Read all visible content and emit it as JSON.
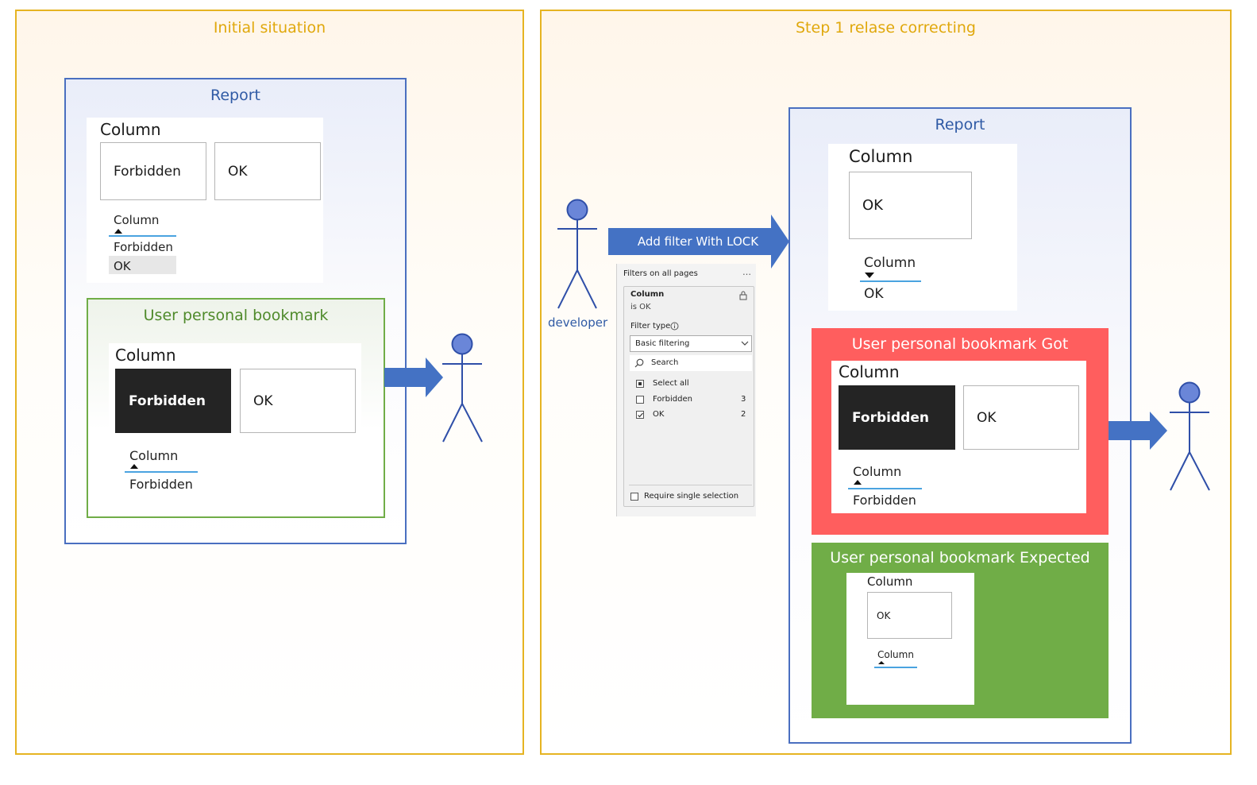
{
  "colors": {
    "panel_border": "#e6b422",
    "title_gold": "#e0a80c",
    "report_blue": "#4a6fc0",
    "arrow_blue": "#4472c4",
    "bookmark_green": "#70ad47",
    "bookmark_red": "#ff5e5e",
    "tile_dark": "#242424",
    "slicer_line": "#4aa3e0"
  },
  "left_panel": {
    "title": "Initial situation",
    "report": {
      "title": "Report",
      "column_title": "Column",
      "tiles": [
        "Forbidden",
        "OK"
      ],
      "slicer_label": "Column",
      "slicer_items": [
        "Forbidden",
        "OK"
      ]
    },
    "bookmark": {
      "title": "User personal bookmark",
      "column_title": "Column",
      "tiles": [
        "Forbidden",
        "OK"
      ],
      "slicer_label": "Column",
      "slicer_value": "Forbidden"
    }
  },
  "right_panel": {
    "title": "Step 1 relase correcting",
    "developer": {
      "label": "developer",
      "arrow_label": "Add filter With LOCK"
    },
    "filter_pane": {
      "header": "Filters on all pages",
      "more_icon": "…",
      "card_title": "Column",
      "card_subtitle": "is OK",
      "filter_type_label": "Filter type",
      "filter_type_value": "Basic filtering",
      "search_placeholder": "Search",
      "select_all": "Select all",
      "items": [
        {
          "label": "Forbidden",
          "count": "3"
        },
        {
          "label": "OK",
          "count": "2"
        }
      ],
      "require_single": "Require single selection"
    },
    "report": {
      "title": "Report",
      "column_title": "Column",
      "tile": "OK",
      "slicer_label": "Column",
      "slicer_value": "OK"
    },
    "bookmark_got": {
      "title": "User personal bookmark Got",
      "column_title": "Column",
      "tiles": [
        "Forbidden",
        "OK"
      ],
      "slicer_label": "Column",
      "slicer_value": "Forbidden"
    },
    "bookmark_expected": {
      "title": "User personal bookmark Expected",
      "column_title": "Column",
      "tile": "OK",
      "slicer_label": "Column"
    }
  }
}
